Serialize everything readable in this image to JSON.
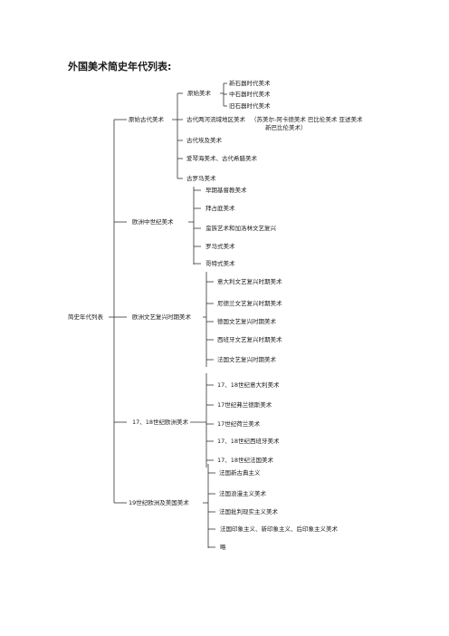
{
  "title": "外国美术简史年代列表:",
  "root": "简史年代列表",
  "branches": [
    {
      "label": "原始古代美术",
      "children": [
        {
          "label": "原始美术",
          "children": [
            "新石器时代美术",
            "中石器时代美术",
            "旧石器时代美术"
          ]
        },
        {
          "label": "古代两河流域地区美术",
          "note": "（苏美尔-阿卡德美术    巴比伦美术  亚述美术",
          "note2": "新巴比伦美术）"
        },
        {
          "label": "古代埃及美术"
        },
        {
          "label": "爱琴海美术、古代希腊美术"
        },
        {
          "label": "古罗马美术"
        }
      ]
    },
    {
      "label": "欧洲中世纪美术",
      "children": [
        "早期基督教美术",
        "拜占庭美术",
        "蛮族艺术和加洛林文艺复兴",
        "罗马式美术",
        "哥特式美术"
      ]
    },
    {
      "label": "欧洲文艺复兴时期美术",
      "children": [
        "意大利文艺复兴时期美术",
        "尼德兰文艺复兴时期美术",
        "德国文艺复兴时期美术",
        "西班牙文艺复兴时期美术",
        "法国文艺复兴时期美术"
      ]
    },
    {
      "label": "17、18世纪欧洲美术",
      "children": [
        "17、18世纪意大利美术",
        "17世纪弗兰德斯美术",
        "17世纪荷兰美术",
        "17、18世纪西班牙美术",
        "17、18世纪法国美术"
      ]
    },
    {
      "label": "19世纪欧洲及美国美术",
      "children": [
        "法国新古典主义",
        "法国浪漫主义美术",
        "法国批判现实主义美术",
        "法国印象主义、新印象主义、后印象主义美术",
        "略"
      ]
    }
  ]
}
